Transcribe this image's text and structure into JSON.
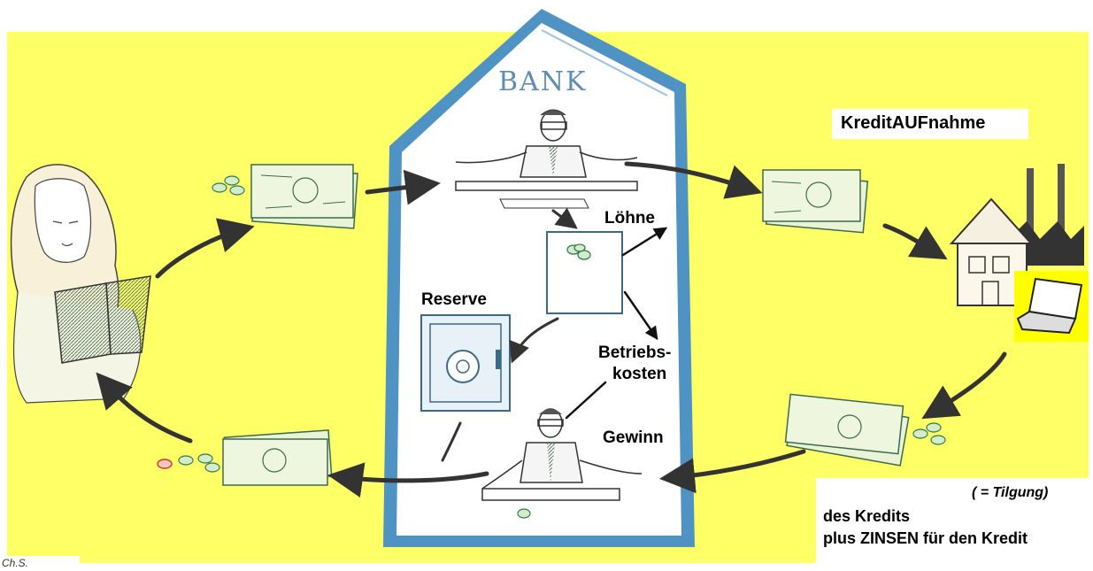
{
  "labels": {
    "bank": "BANK",
    "kredit_aufnahme": "KreditAUFnahme",
    "loehne": "Löhne",
    "reserve": "Reserve",
    "betriebskosten_line1": "Betriebs-",
    "betriebskosten_line2": "kosten",
    "gewinn": "Gewinn",
    "tilgung": "( = Tilgung)",
    "des_kredits": "des Kredits",
    "plus_zinsen": "plus ZINSEN für den Kredit",
    "signature": "Ch.S."
  },
  "colors": {
    "background": "#ffff66",
    "bank_border": "#4f92c4",
    "bank_text": "#5e8db3",
    "arrow": "#333333",
    "coin_green": "#4aa37a",
    "coin_red": "#d9332a",
    "laptop_bg": "#ffff00"
  }
}
